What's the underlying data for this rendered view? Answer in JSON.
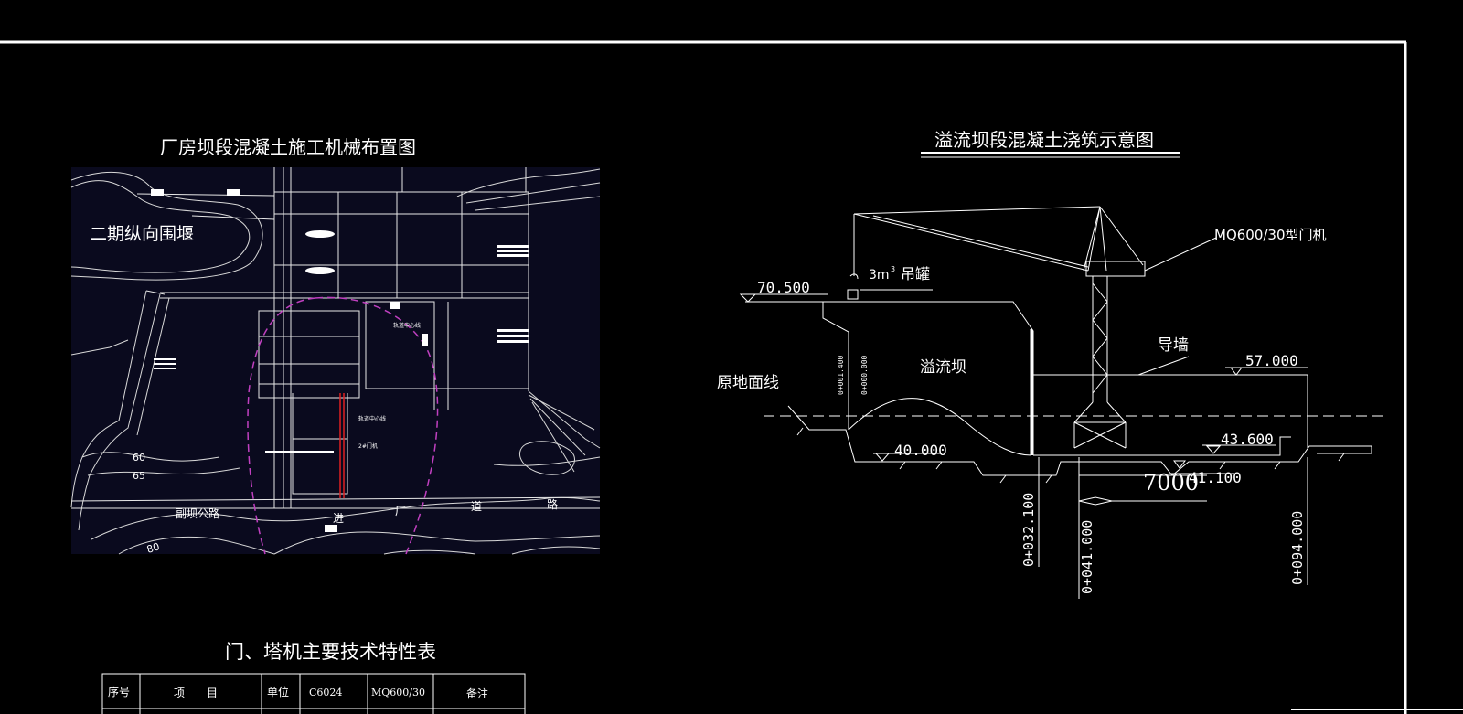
{
  "left_plan": {
    "title": "厂房坝段混凝土施工机械布置图",
    "cofferdam_label": "二期纵向围堰",
    "contour_60": "60",
    "contour_65": "65",
    "contour_80": "80",
    "road_left": "副坝公路",
    "road_chars": [
      "进",
      "厂",
      "道",
      "路"
    ],
    "note_1": "轨道中心线",
    "note_2": "轨道中心线",
    "note_3": "2#门机"
  },
  "right_section": {
    "title": "溢流坝段混凝土浇筑示意图",
    "crane_label": "MQ600/30型门机",
    "bucket_label_prefix": "3m",
    "bucket_label_sup": "3",
    "bucket_label_text": "吊罐",
    "elev_top": "70.500",
    "elev_wall": "57.000",
    "elev_bottom_left": "40.000",
    "elev_right": "43.600",
    "elev_41": "41.100",
    "dam_label": "溢流坝",
    "guide_wall_label": "导墙",
    "ground_label": "原地面线",
    "dim_7000": "7000",
    "station_a": "0+032.100",
    "station_b": "0+041.000",
    "station_c": "0+094.000",
    "station_d": "0+001.400",
    "station_e": "0+000.000"
  },
  "table": {
    "title": "门、塔机主要技术特性表",
    "headers": [
      "序号",
      "项　　目",
      "单位",
      "C6024",
      "MQ600/30",
      "备注"
    ]
  }
}
